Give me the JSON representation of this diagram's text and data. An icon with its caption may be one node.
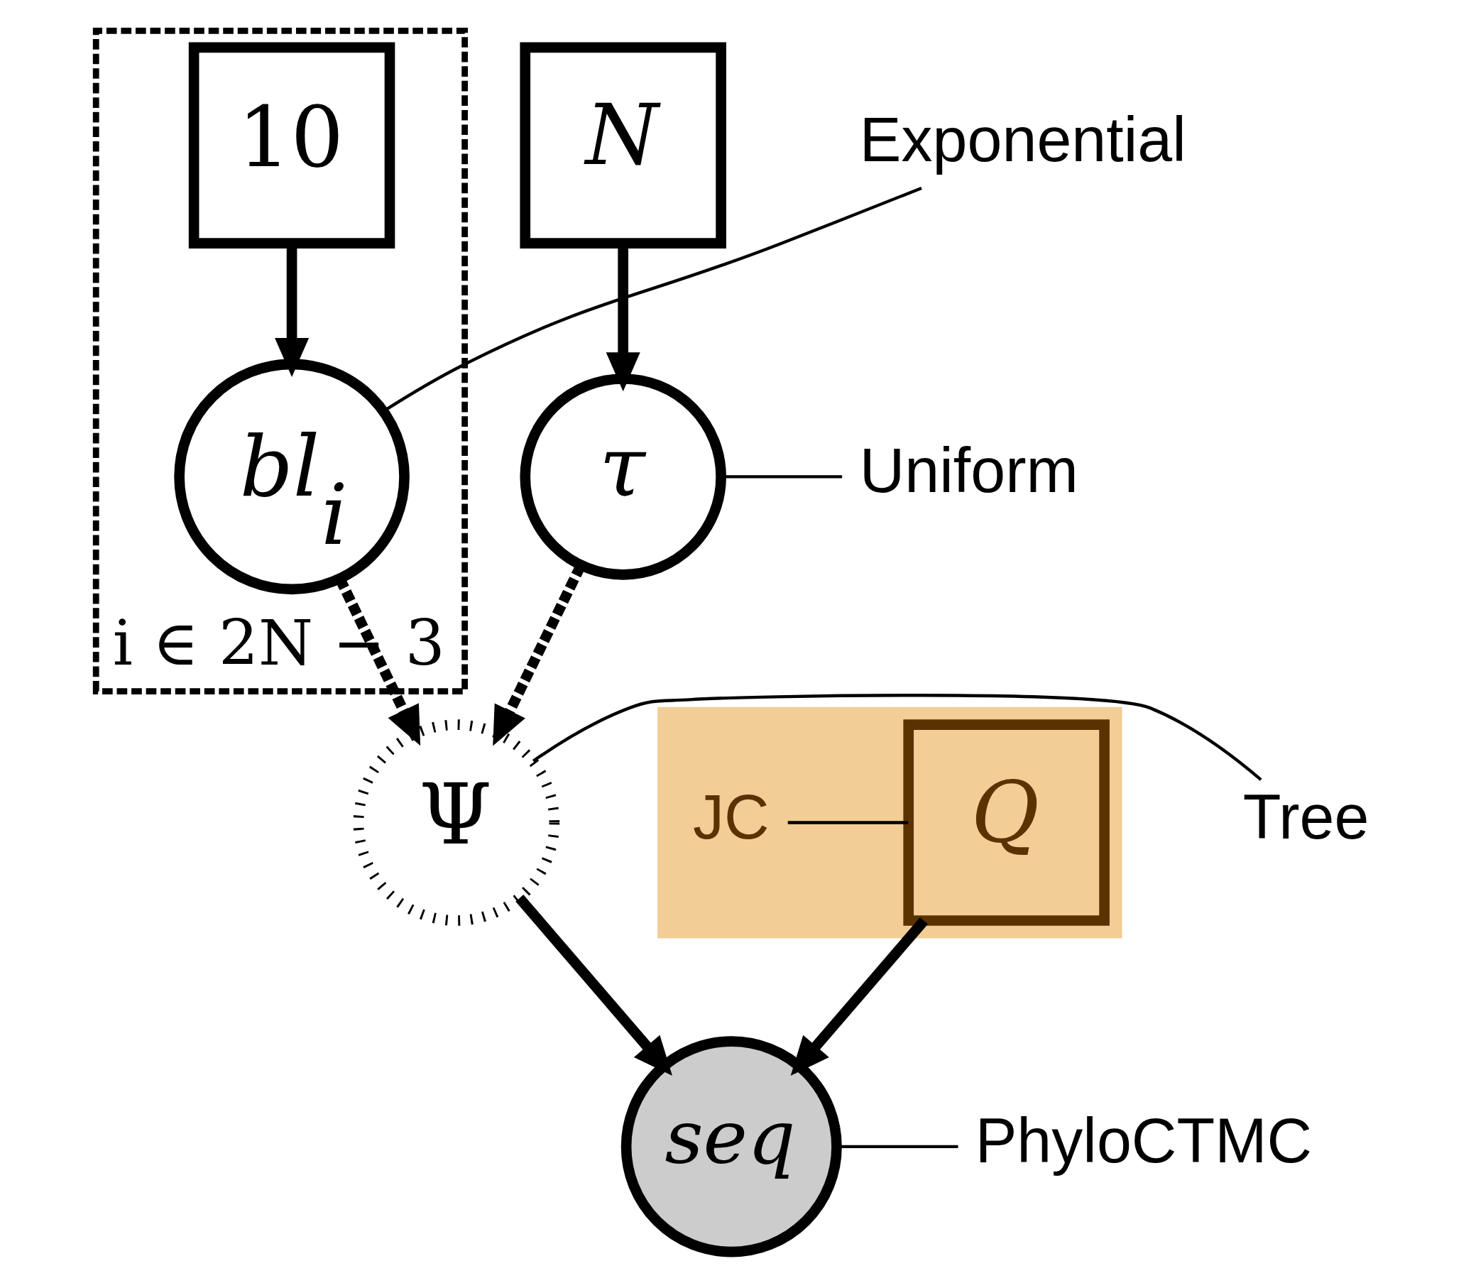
{
  "diagram": {
    "nodes": [
      {
        "text": [
          "i ∈ 2N − 3"
        ]
      },
      {
        "text": [
          "10"
        ],
        "in": 0
      },
      {
        "text": [
          "N"
        ]
      },
      {
        "text": [
          "Exponential"
        ]
      },
      {
        "text": [
          "Uniform"
        ]
      },
      {
        "text": [
          "bl$_{i}$"
        ],
        "in": 0
      },
      {
        "text": [
          "τ"
        ]
      },
      {
        "text": [],
        "shape": "box"
      },
      {
        "text": [
          "Q"
        ],
        "in": 7
      },
      {
        "text": [
          "Ψ"
        ]
      },
      {
        "text": [
          "Tree"
        ]
      },
      {
        "text": [
          "JC"
        ],
        "in": 7
      },
      {
        "text": [
          "seq"
        ]
      },
      {
        "text": [
          "PhyloCTMC"
        ]
      }
    ],
    "edges": [
      {
        "from": 1,
        "to": 5,
        "arrow": "to"
      },
      {
        "from": 2,
        "to": 6,
        "arrow": "to"
      },
      {
        "from": 3,
        "to": 5,
        "arrow": "none"
      },
      {
        "from": 4,
        "to": 6,
        "arrow": "none"
      },
      {
        "from": 5,
        "to": 9,
        "arrow": "to",
        "style": "dashed"
      },
      {
        "from": 6,
        "to": 9,
        "arrow": "to",
        "style": "dashed"
      },
      {
        "from": 9,
        "to": 12,
        "arrow": "to"
      },
      {
        "from": 8,
        "to": 12,
        "arrow": "to"
      },
      {
        "from": 10,
        "to": 9,
        "arrow": "none"
      },
      {
        "from": 11,
        "to": 8,
        "arrow": "none"
      },
      {
        "from": 13,
        "to": 12,
        "arrow": "none"
      }
    ]
  }
}
